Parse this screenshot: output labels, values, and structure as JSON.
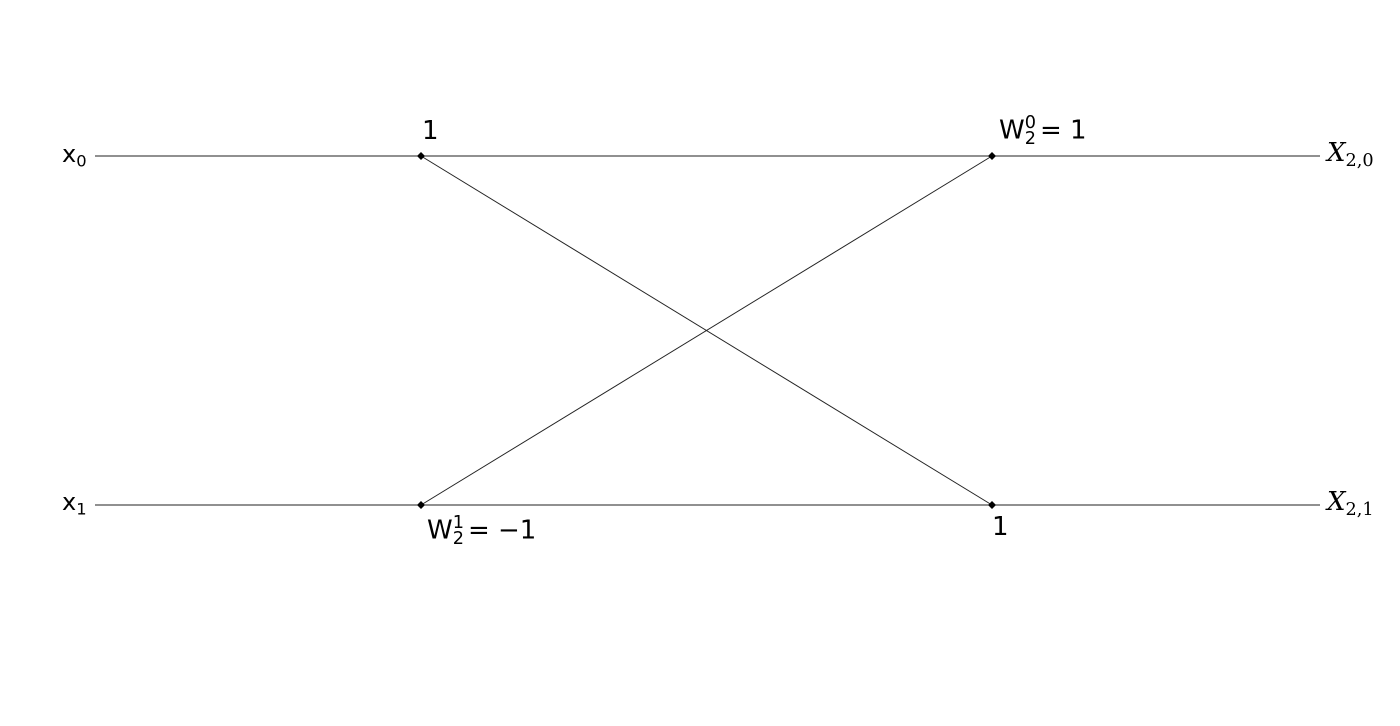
{
  "inputs": {
    "x0": {
      "base": "x",
      "sub": "0"
    },
    "x1": {
      "base": "x",
      "sub": "1"
    }
  },
  "outputs": {
    "X20": {
      "base": "X",
      "sub": "2,0"
    },
    "X21": {
      "base": "X",
      "sub": "2,1"
    }
  },
  "weights": {
    "top_left": "1",
    "bottom_right": "1",
    "twiddle_top": {
      "base": "W",
      "sub": "2",
      "sup": "0",
      "rhs": "= 1"
    },
    "twiddle_bottom": {
      "base": "W",
      "sub": "2",
      "sup": "1",
      "rhs": "= −1"
    }
  }
}
